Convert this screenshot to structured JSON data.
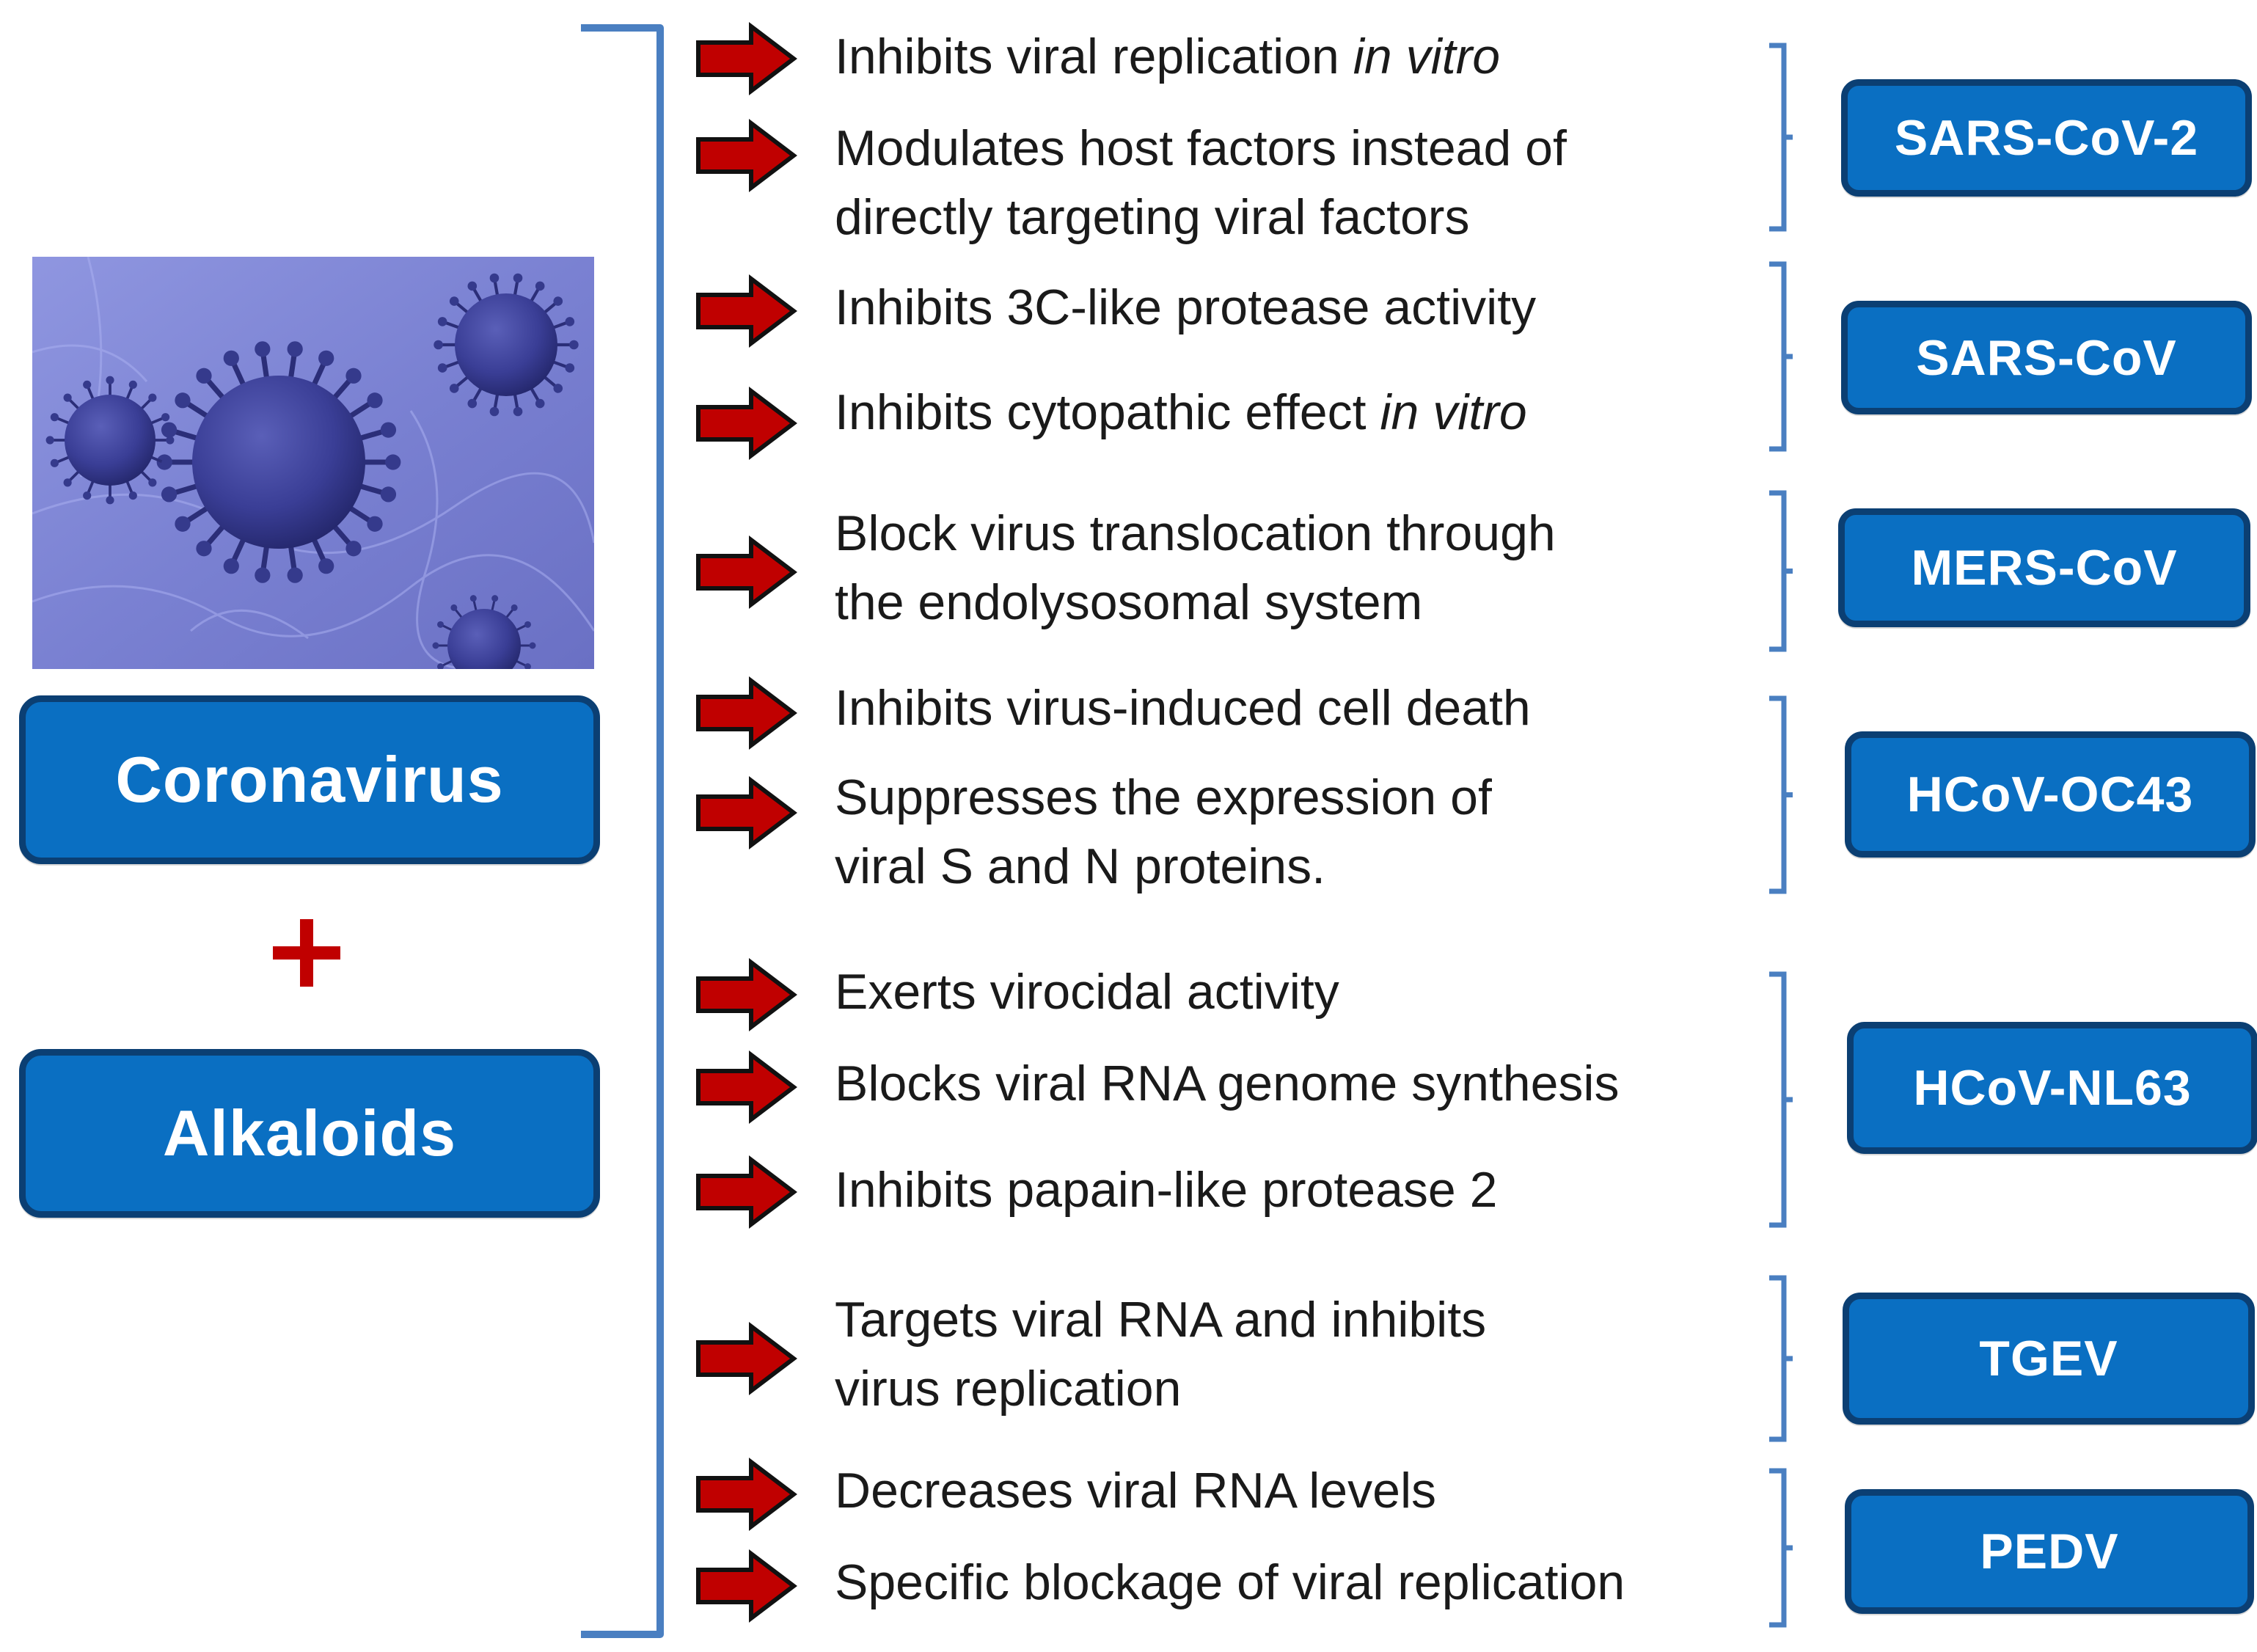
{
  "left": {
    "coronavirus_label": "Coronavirus",
    "plus_symbol": "+",
    "alkaloids_label": "Alkaloids"
  },
  "groups": [
    {
      "virus": "SARS-CoV-2",
      "effects": [
        {
          "text": "Inhibits viral replication ",
          "italic": "in vitro"
        },
        {
          "text": "Modulates host factors instead of\ndirectly targeting viral factors",
          "italic": ""
        }
      ]
    },
    {
      "virus": "SARS-CoV",
      "effects": [
        {
          "text": "Inhibits 3C-like protease activity",
          "italic": ""
        },
        {
          "text": "Inhibits cytopathic effect ",
          "italic": "in vitro"
        }
      ]
    },
    {
      "virus": "MERS-CoV",
      "effects": [
        {
          "text": "Block virus translocation through\nthe endolysosomal system",
          "italic": ""
        }
      ]
    },
    {
      "virus": "HCoV-OC43",
      "effects": [
        {
          "text": "Inhibits virus-induced cell death",
          "italic": ""
        },
        {
          "text": "Suppresses the expression of\nviral S and N proteins.",
          "italic": ""
        }
      ]
    },
    {
      "virus": "HCoV-NL63",
      "effects": [
        {
          "text": "Exerts virocidal activity",
          "italic": ""
        },
        {
          "text": "Blocks viral RNA genome synthesis",
          "italic": ""
        },
        {
          "text": "Inhibits papain-like protease 2",
          "italic": ""
        }
      ]
    },
    {
      "virus": "TGEV",
      "effects": [
        {
          "text": "Targets viral RNA and inhibits\nvirus replication",
          "italic": ""
        }
      ]
    },
    {
      "virus": "PEDV",
      "effects": [
        {
          "text": "Decreases viral RNA levels",
          "italic": ""
        },
        {
          "text": "Specific blockage of viral replication",
          "italic": ""
        }
      ]
    }
  ],
  "colors": {
    "box_fill": "#0a6fc2",
    "box_border": "#0b3f73",
    "arrow_fill": "#c00000",
    "bracket": "#4a7fc1",
    "plus": "#c00000",
    "image_tint": "#7f86d6"
  },
  "image_icon": "coronavirus-illustration"
}
